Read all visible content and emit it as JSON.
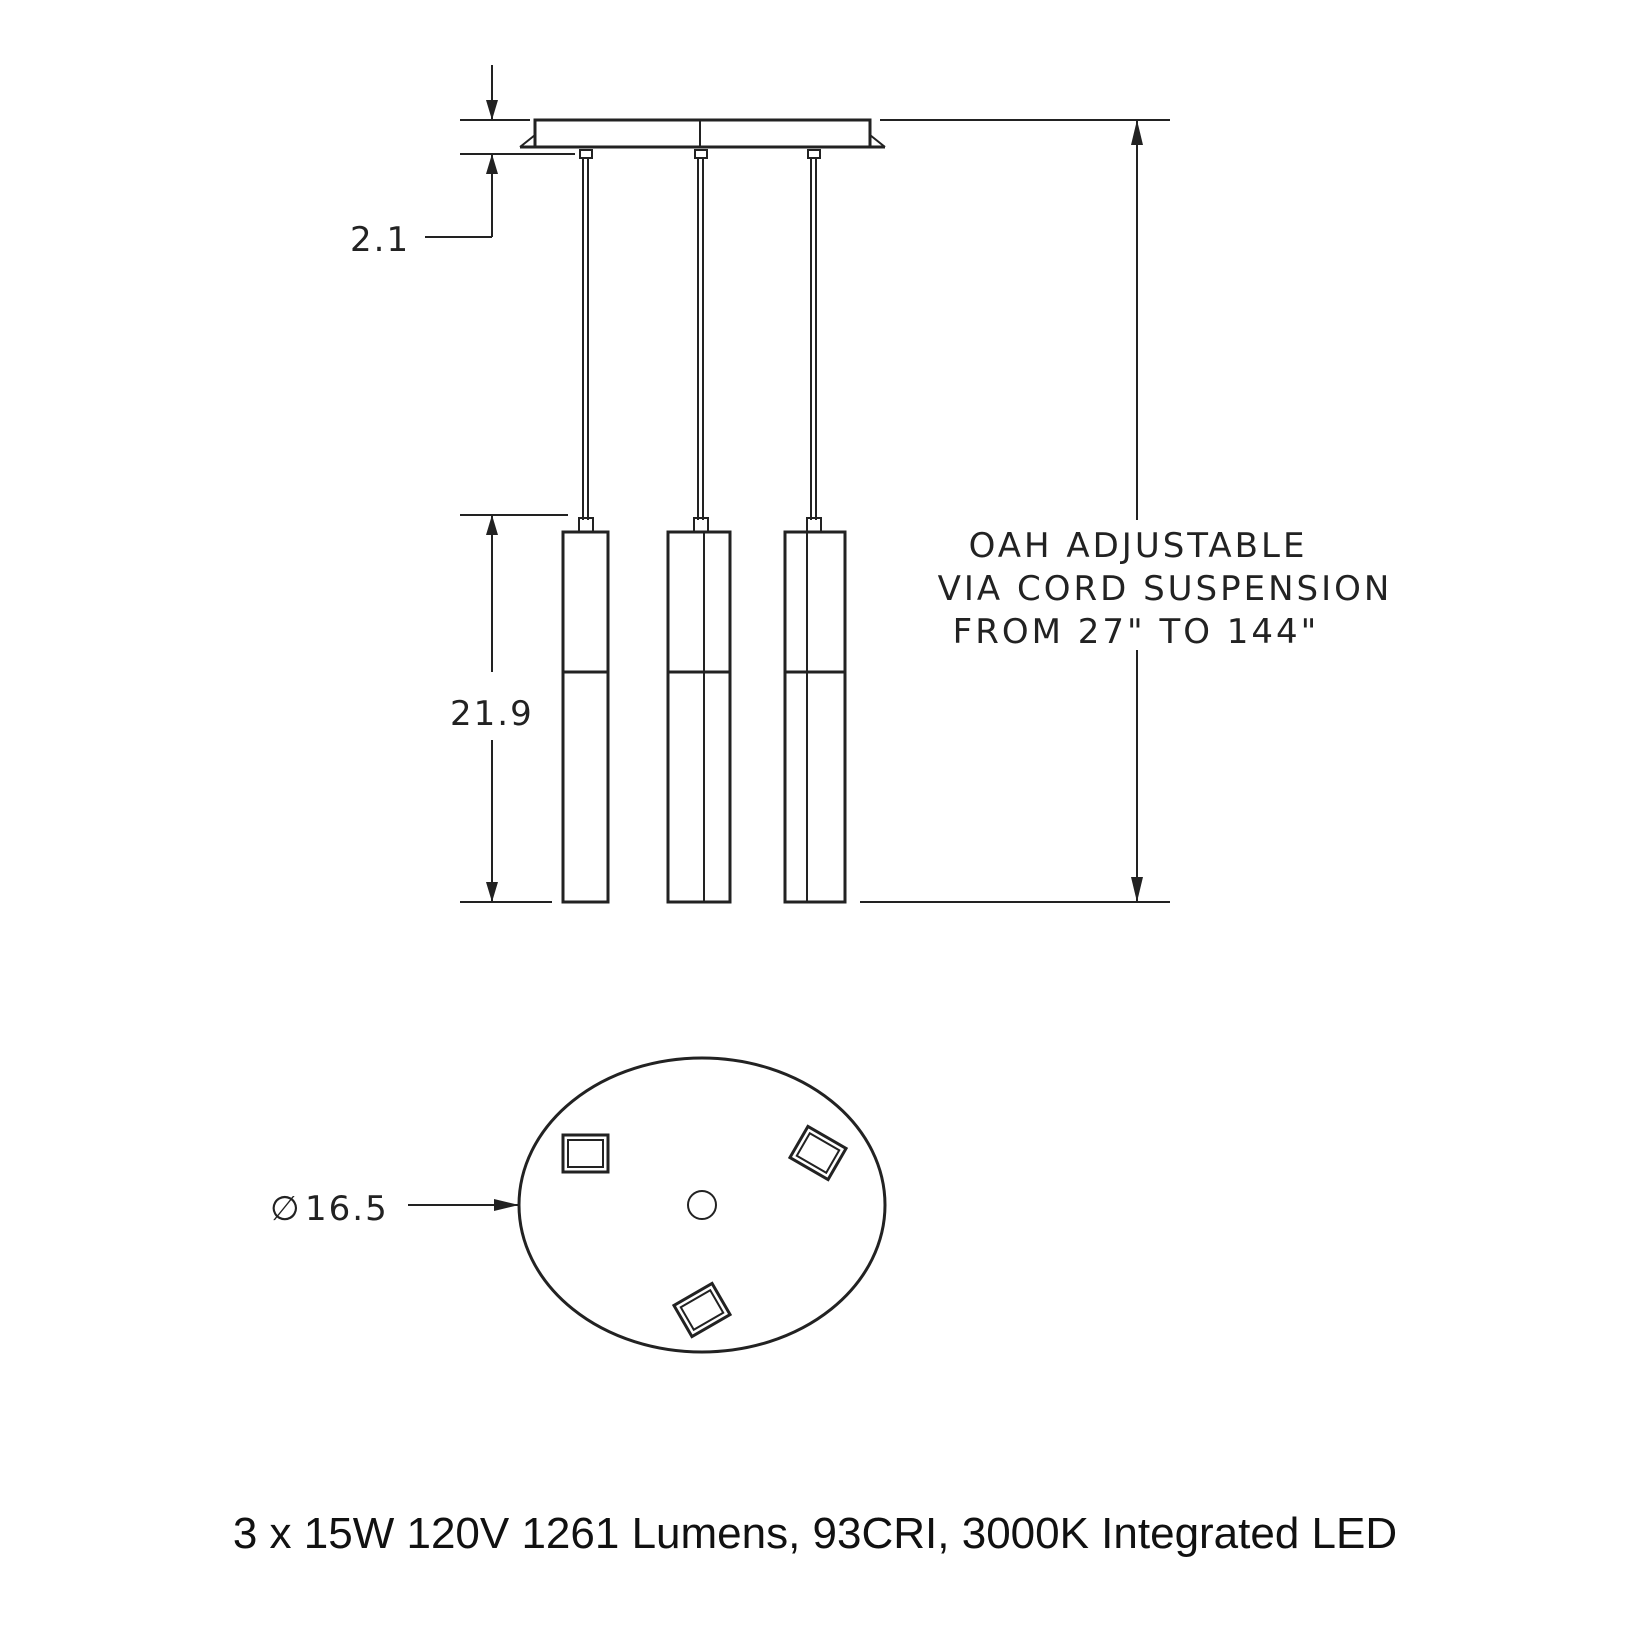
{
  "dimensions": {
    "canopy_height": "2.1",
    "shade_length": "21.9",
    "canopy_diameter": "16.5",
    "diameter_symbol": "∅"
  },
  "note": {
    "line1": "OAH ADJUSTABLE",
    "line2": "VIA CORD SUSPENSION",
    "line3": "FROM 27\" TO 144\""
  },
  "spec": "3 x 15W 120V 1261 Lumens, 93CRI, 3000K Integrated LED"
}
